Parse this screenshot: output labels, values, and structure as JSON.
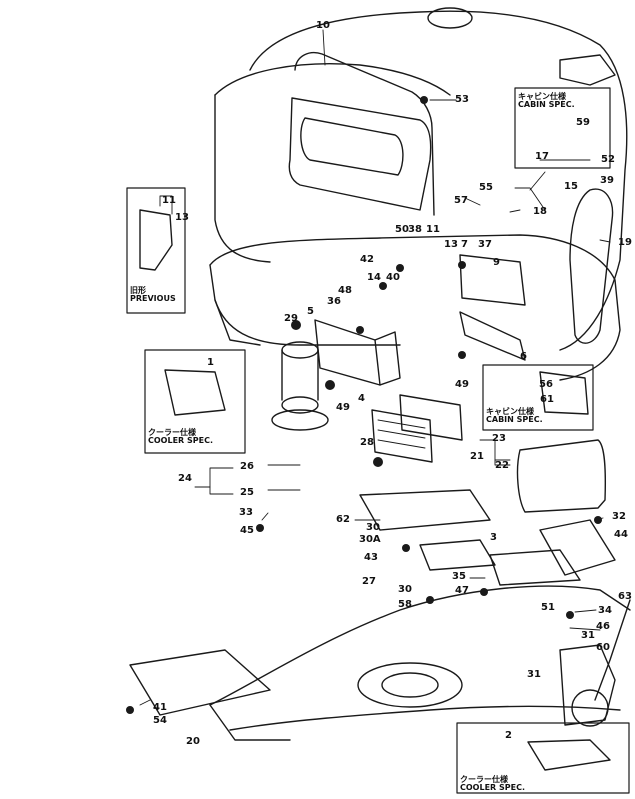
{
  "parts": {
    "p1": "1",
    "p2": "2",
    "p3": "3",
    "p4": "4",
    "p5": "5",
    "p6": "6",
    "p7": "7",
    "p9": "9",
    "p10": "10",
    "p11": "11",
    "p13": "13",
    "p14": "14",
    "p15": "15",
    "p17": "17",
    "p18": "18",
    "p19": "19",
    "p20": "20",
    "p21": "21",
    "p22": "22",
    "p23": "23",
    "p24": "24",
    "p25": "25",
    "p26": "26",
    "p27": "27",
    "p28": "28",
    "p29": "29",
    "p30": "30",
    "p30A": "30A",
    "p31": "31",
    "p32": "32",
    "p33": "33",
    "p34": "34",
    "p35": "35",
    "p36": "36",
    "p37": "37",
    "p38": "38",
    "p39": "39",
    "p40": "40",
    "p41": "41",
    "p42": "42",
    "p43": "43",
    "p44": "44",
    "p45": "45",
    "p46": "46",
    "p47": "47",
    "p48": "48",
    "p49": "49",
    "p50": "50",
    "p51": "51",
    "p52": "52",
    "p53": "53",
    "p54": "54",
    "p55": "55",
    "p56": "56",
    "p57": "57",
    "p58": "58",
    "p59": "59",
    "p60": "60",
    "p61": "61",
    "p62": "62",
    "p63": "63"
  },
  "notes": {
    "cabin_jp": "キャビン仕様",
    "cabin_en": "CABIN SPEC.",
    "previous_jp": "旧形",
    "previous_en": "PREVIOUS",
    "cooler_jp": "クーラー仕様",
    "cooler_en": "COOLER SPEC."
  }
}
